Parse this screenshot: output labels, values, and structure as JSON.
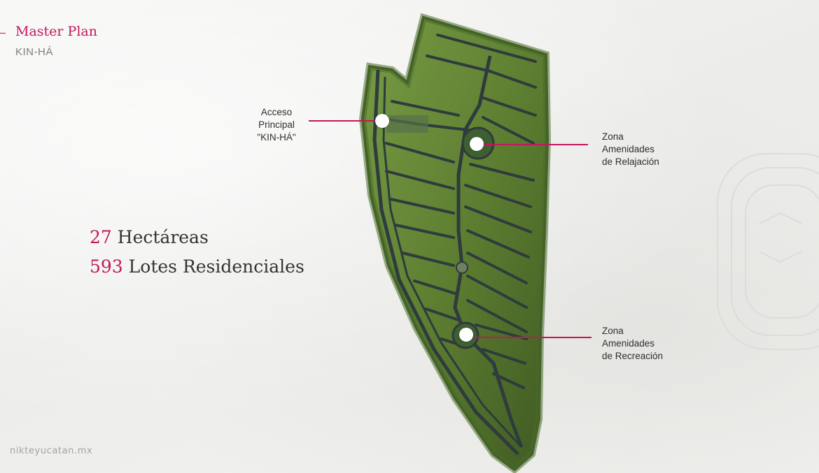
{
  "header": {
    "title": "Master Plan",
    "subtitle": "KIN-HÁ"
  },
  "stats": [
    {
      "number": "27",
      "label": "Hectáreas"
    },
    {
      "number": "593",
      "label": "Lotes Residenciales"
    }
  ],
  "callouts": {
    "access": [
      "Acceso",
      "Principal",
      "\"KIN-HÁ\""
    ],
    "relax": [
      "Zona",
      "Amenidades",
      "de Relajación"
    ],
    "recreation": [
      "Zona",
      "Amenidades",
      "de Recreación"
    ]
  },
  "footer": {
    "website": "nikteyucatan.mx"
  },
  "colors": {
    "accent": "#c2185b",
    "map_green": "#5f7d32",
    "map_road": "#2f3b3d",
    "background": "#f1f1ef"
  }
}
